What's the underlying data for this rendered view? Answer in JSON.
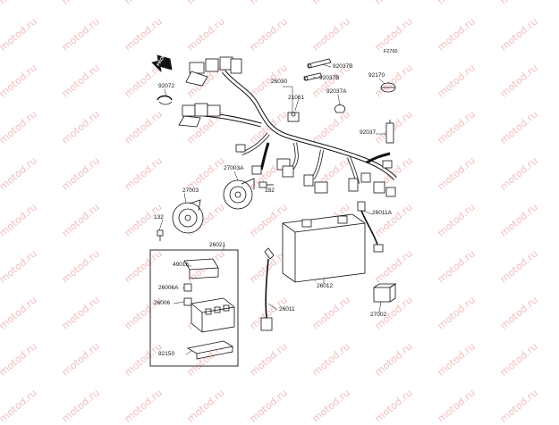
{
  "figure_code": "F2760",
  "front_mark": "FRONT",
  "watermark_text": "motod.ru",
  "parts": [
    {
      "id": "p92072",
      "label": "92072"
    },
    {
      "id": "p26030",
      "label": "26030"
    },
    {
      "id": "p92037b_1",
      "label": "92037B"
    },
    {
      "id": "p92037b_2",
      "label": "92037B"
    },
    {
      "id": "p21061",
      "label": "21061"
    },
    {
      "id": "p92037a",
      "label": "92037A"
    },
    {
      "id": "p92170",
      "label": "92170"
    },
    {
      "id": "p92037",
      "label": "92037"
    },
    {
      "id": "p27003a",
      "label": "27003A"
    },
    {
      "id": "p132a",
      "label": "132"
    },
    {
      "id": "p27003",
      "label": "27003"
    },
    {
      "id": "p132b",
      "label": "132"
    },
    {
      "id": "p26011a",
      "label": "26011A"
    },
    {
      "id": "p26021",
      "label": "26021"
    },
    {
      "id": "p49016",
      "label": "49016"
    },
    {
      "id": "p26006a",
      "label": "26006A"
    },
    {
      "id": "p26006",
      "label": "26006"
    },
    {
      "id": "p92150",
      "label": "92150"
    },
    {
      "id": "p26012",
      "label": "26012"
    },
    {
      "id": "p26011",
      "label": "26011"
    },
    {
      "id": "p27002",
      "label": "27002"
    }
  ],
  "colors": {
    "line": "#111111",
    "watermark": "#f2b8b8",
    "paper": "#ffffff"
  }
}
